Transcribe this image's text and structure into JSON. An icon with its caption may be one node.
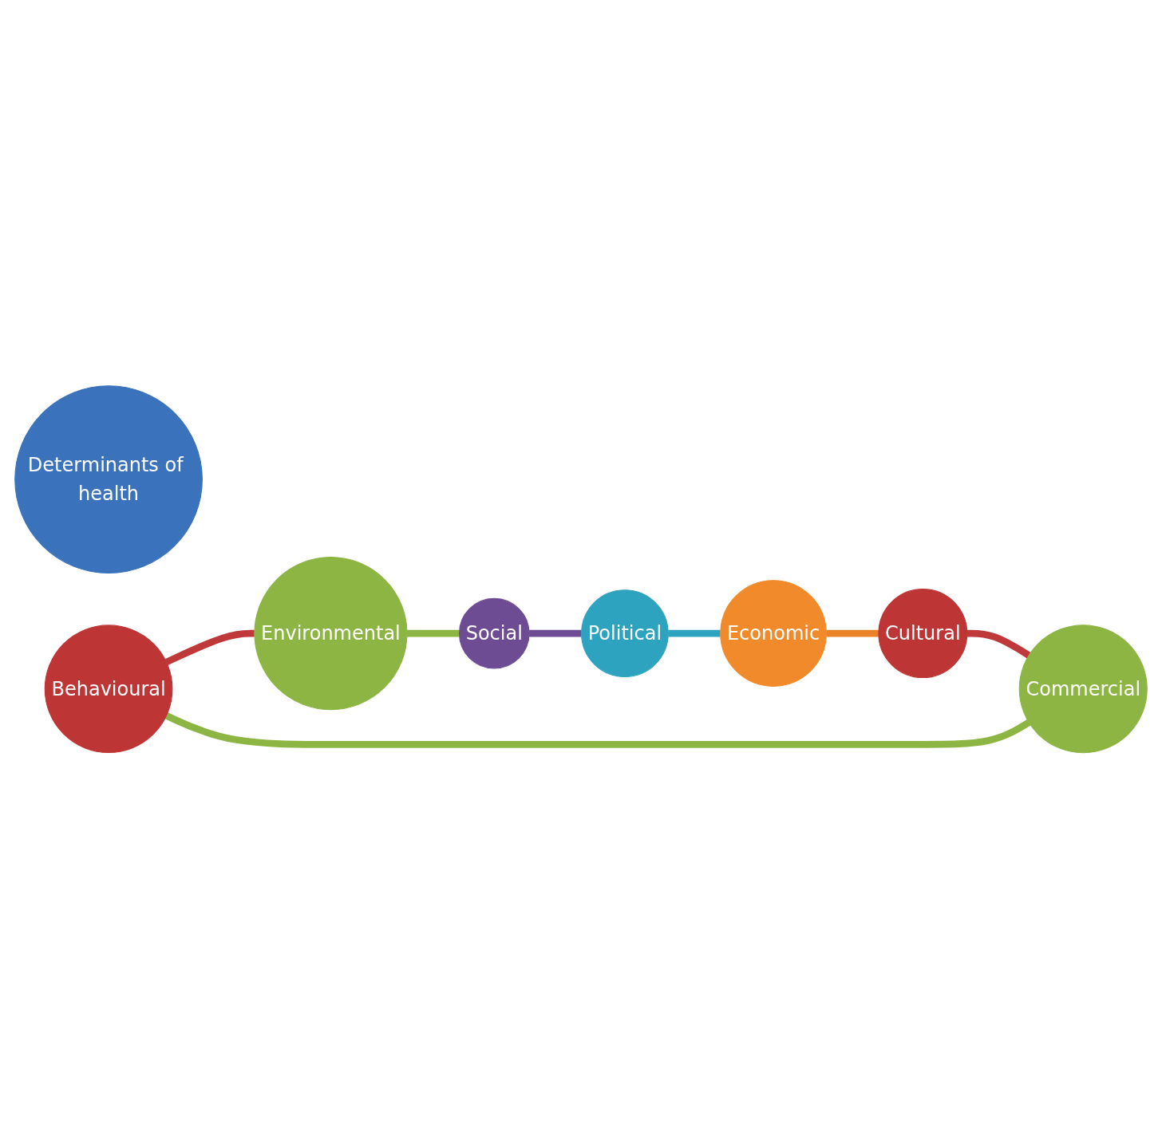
{
  "diagram": {
    "nodes": [
      {
        "text": [
          "Determinants of health"
        ]
      },
      {
        "text": [
          "Behavioural"
        ]
      },
      {
        "text": [
          "Environmental"
        ]
      },
      {
        "text": [
          "Social"
        ]
      },
      {
        "text": [
          "Political"
        ]
      },
      {
        "text": [
          "Economic"
        ]
      },
      {
        "text": [
          "Cultural"
        ]
      },
      {
        "text": [
          "Commercial"
        ]
      }
    ],
    "edges": [
      {
        "from": 1,
        "to": 2,
        "arrow": "none",
        "color": "#c0393a"
      },
      {
        "from": 2,
        "to": 3,
        "arrow": "none",
        "color": "#8db543"
      },
      {
        "from": 3,
        "to": 4,
        "arrow": "none",
        "color": "#6e4c94"
      },
      {
        "from": 4,
        "to": 5,
        "arrow": "none",
        "color": "#2ea3c0"
      },
      {
        "from": 5,
        "to": 6,
        "arrow": "none",
        "color": "#ea8228"
      },
      {
        "from": 6,
        "to": 7,
        "arrow": "none",
        "color": "#c0393a"
      },
      {
        "from": 7,
        "to": 1,
        "arrow": "none",
        "color": "#8db543"
      }
    ]
  }
}
